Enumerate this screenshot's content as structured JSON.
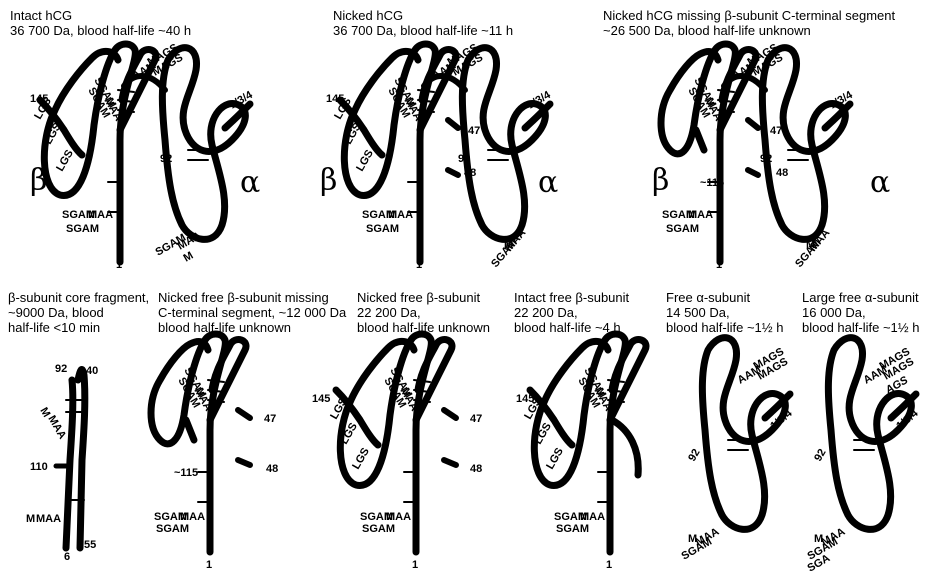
{
  "panels": [
    {
      "lines": [
        "Intact hCG",
        "36 700 Da, blood half-life ~40 h"
      ]
    },
    {
      "lines": [
        "Nicked hCG",
        "36 700 Da, blood half-life ~11 h"
      ]
    },
    {
      "lines": [
        "Nicked hCG missing β-subunit C-terminal segment",
        "~26 500 Da, blood half-life unknown"
      ]
    },
    {
      "lines": [
        "β-subunit core fragment,",
        "~9000 Da, blood",
        "half-life <10 min"
      ]
    },
    {
      "lines": [
        "Nicked free β-subunit missing",
        "C-terminal segment, ~12 000 Da",
        "blood half-life unknown"
      ]
    },
    {
      "lines": [
        "Nicked free β-subunit",
        "22 200 Da,",
        "blood half-life unknown"
      ]
    },
    {
      "lines": [
        "Intact free β-subunit",
        "22 200 Da,",
        "blood half-life ~4 h"
      ]
    },
    {
      "lines": [
        "Free α-subunit",
        "14 500 Da,",
        "blood half-life ~1½ h"
      ]
    },
    {
      "lines": [
        "Large free α-subunit",
        "16 000 Da,",
        "blood half-life ~1½ h"
      ]
    }
  ],
  "labels": {
    "beta": "β",
    "alpha": "α",
    "n145": "145",
    "lgs": "LGS",
    "sgam": "SGAM",
    "maa": "MAA",
    "n1": "1",
    "n47": "47",
    "n48": "48",
    "n92": "92",
    "n115": "~115",
    "n134": "1/3/4",
    "aam": "AAM",
    "mags": "MAGS",
    "ags": "AGS",
    "m": "M",
    "sga": "SGA",
    "n40": "40",
    "n110": "110",
    "n6": "6",
    "n55": "55"
  }
}
